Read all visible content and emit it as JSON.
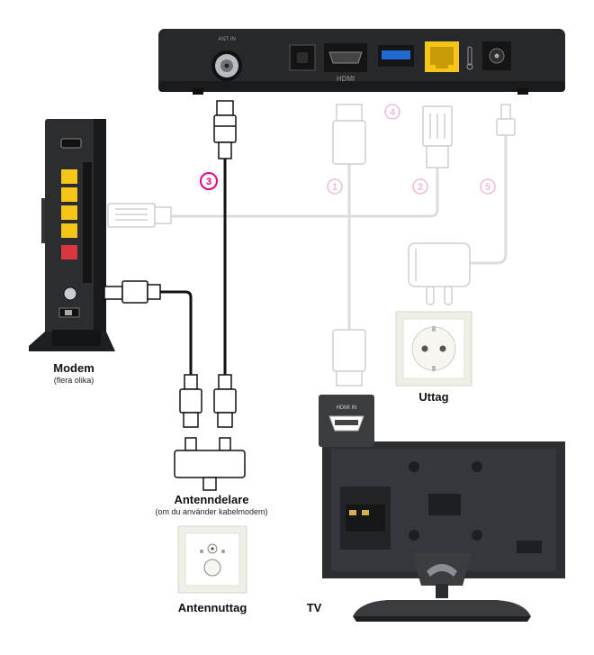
{
  "labels": {
    "modem": "Modem",
    "modem_sub": "(flera olika)",
    "splitter": "Antenndelare",
    "splitter_sub": "(om du använder kabelmodem)",
    "wall_outlet": "Antennuttag",
    "power_outlet": "Uttag",
    "tv": "TV"
  },
  "box_ports": {
    "ant_in": "ANT IN",
    "hdmi": "HDMI"
  },
  "tv_port": "HDMI IN",
  "step_numbers": [
    "1",
    "2",
    "3",
    "4",
    "5"
  ],
  "colors": {
    "highlight": "#e6007e",
    "faded_pink": "#f2b8d6",
    "faded_cable": "#d9d9d9",
    "device_dark": "#222428",
    "port_yellow": "#f5c518",
    "port_red": "#d9363e"
  }
}
